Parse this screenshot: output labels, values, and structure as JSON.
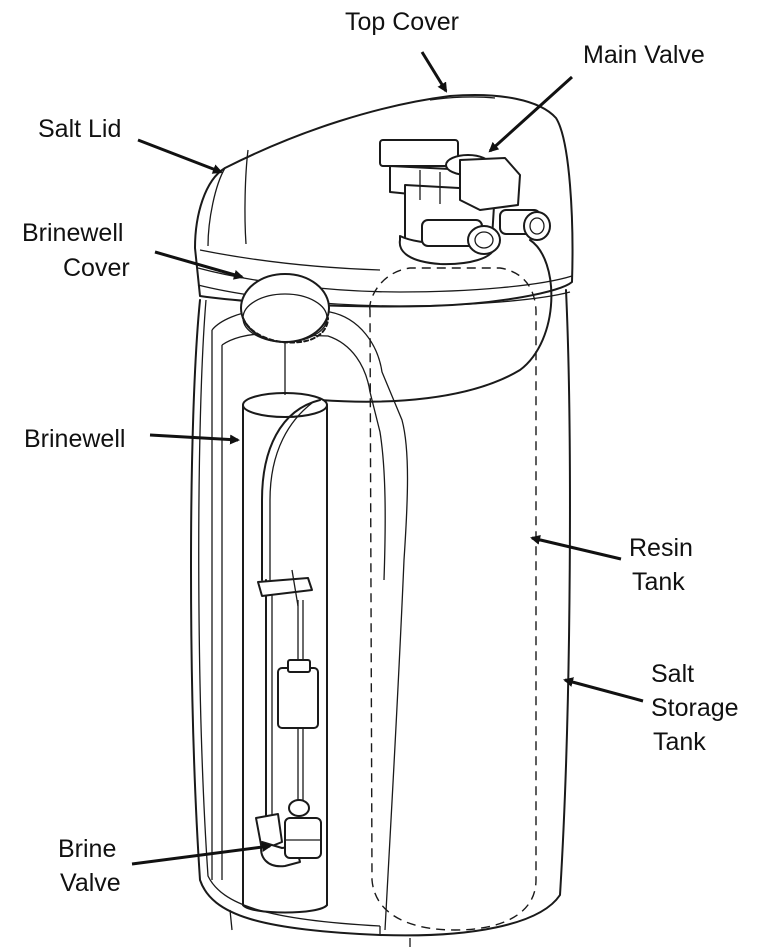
{
  "labels": {
    "top_cover": "Top Cover",
    "main_valve": "Main Valve",
    "salt_lid": "Salt Lid",
    "brinewell_cover_line1": "Brinewell",
    "brinewell_cover_line2": "Cover",
    "brinewell": "Brinewell",
    "resin_tank_line1": "Resin",
    "resin_tank_line2": "Tank",
    "salt_storage_line1": "Salt",
    "salt_storage_line2": "Storage",
    "salt_storage_line3": "Tank",
    "brine_valve_line1": "Brine",
    "brine_valve_line2": "Valve"
  },
  "colors": {
    "line": "#1a1a1a",
    "background": "#ffffff"
  }
}
